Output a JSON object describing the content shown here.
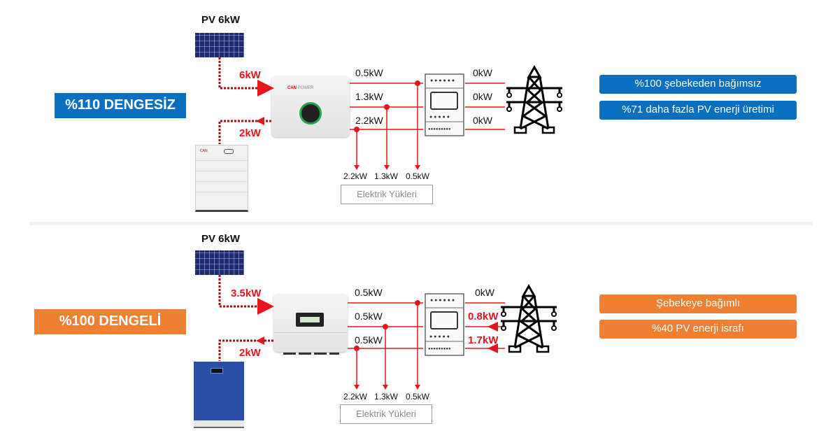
{
  "colors": {
    "blue": "#0b6fc0",
    "orange": "#ef7f31",
    "red": "#e8141b"
  },
  "scenarios": [
    {
      "badge": "%110 DENGESİZ",
      "pv_label": "PV 6kW",
      "pv_to_inverter": "6kW",
      "inverter_to_battery": "2kW",
      "phase_out": [
        "0.5kW",
        "1.3kW",
        "2.2kW"
      ],
      "grid_side": [
        "0kW",
        "0kW",
        "0kW"
      ],
      "loads": [
        "2.2kW",
        "1.3kW",
        "0.5kW"
      ],
      "load_box": "Elektrik Yükleri",
      "pills": [
        "%100 şebekeden bağımsız",
        "%71 daha fazla PV enerji üretimi"
      ]
    },
    {
      "badge": "%100 DENGELİ",
      "pv_label": "PV 6kW",
      "pv_to_inverter": "3.5kW",
      "inverter_to_battery": "2kW",
      "phase_out": [
        "0.5kW",
        "0.5kW",
        "0.5kW"
      ],
      "grid_side": [
        "0kW",
        "0.8kW",
        "1.7kW"
      ],
      "loads": [
        "2.2kW",
        "1.3kW",
        "0.5kW"
      ],
      "load_box": "Elektrik Yükleri",
      "pills": [
        "Şebekeye bağımlı",
        "%40 PV enerji israfı"
      ]
    }
  ],
  "icons": {
    "pv": "solar-panel",
    "inverter": "hybrid-inverter",
    "battery": "battery",
    "meter": "energy-meter",
    "grid": "power-tower"
  }
}
